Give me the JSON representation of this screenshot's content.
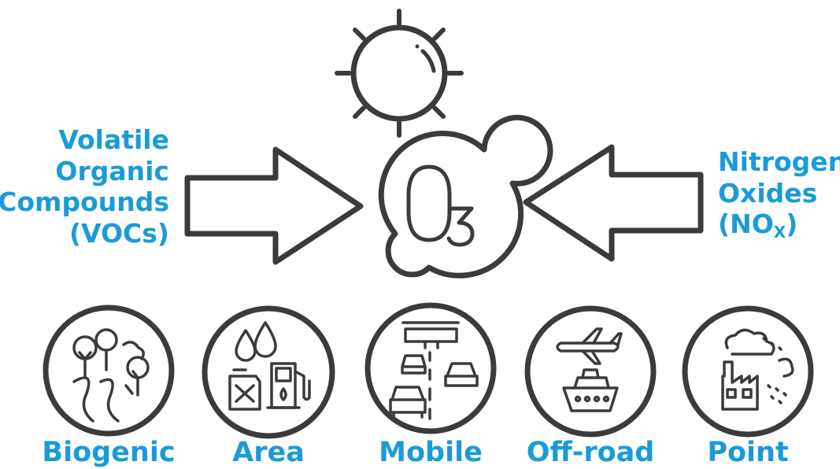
{
  "voc": {
    "line1": "Volatile",
    "line2": "Organic",
    "line3": "Compounds",
    "line4": "(VOCs)"
  },
  "nox": {
    "line1": "Nitrogen",
    "line2": "Oxides",
    "line3_open": "(NO",
    "line3_sub": "X",
    "line3_close": ")"
  },
  "ozone": {
    "letter": "O",
    "subscript": "3"
  },
  "sources": [
    {
      "label": "Biogenic",
      "icon": "trees-icon"
    },
    {
      "label": "Area",
      "icon": "fuel-icon"
    },
    {
      "label": "Mobile",
      "icon": "traffic-icon"
    },
    {
      "label": "Off-road",
      "icon": "plane-ship-icon"
    },
    {
      "label": "Point",
      "icon": "factory-icon"
    }
  ],
  "colors": {
    "accent": "#1a9bd7",
    "stroke": "#3b3b3b"
  }
}
